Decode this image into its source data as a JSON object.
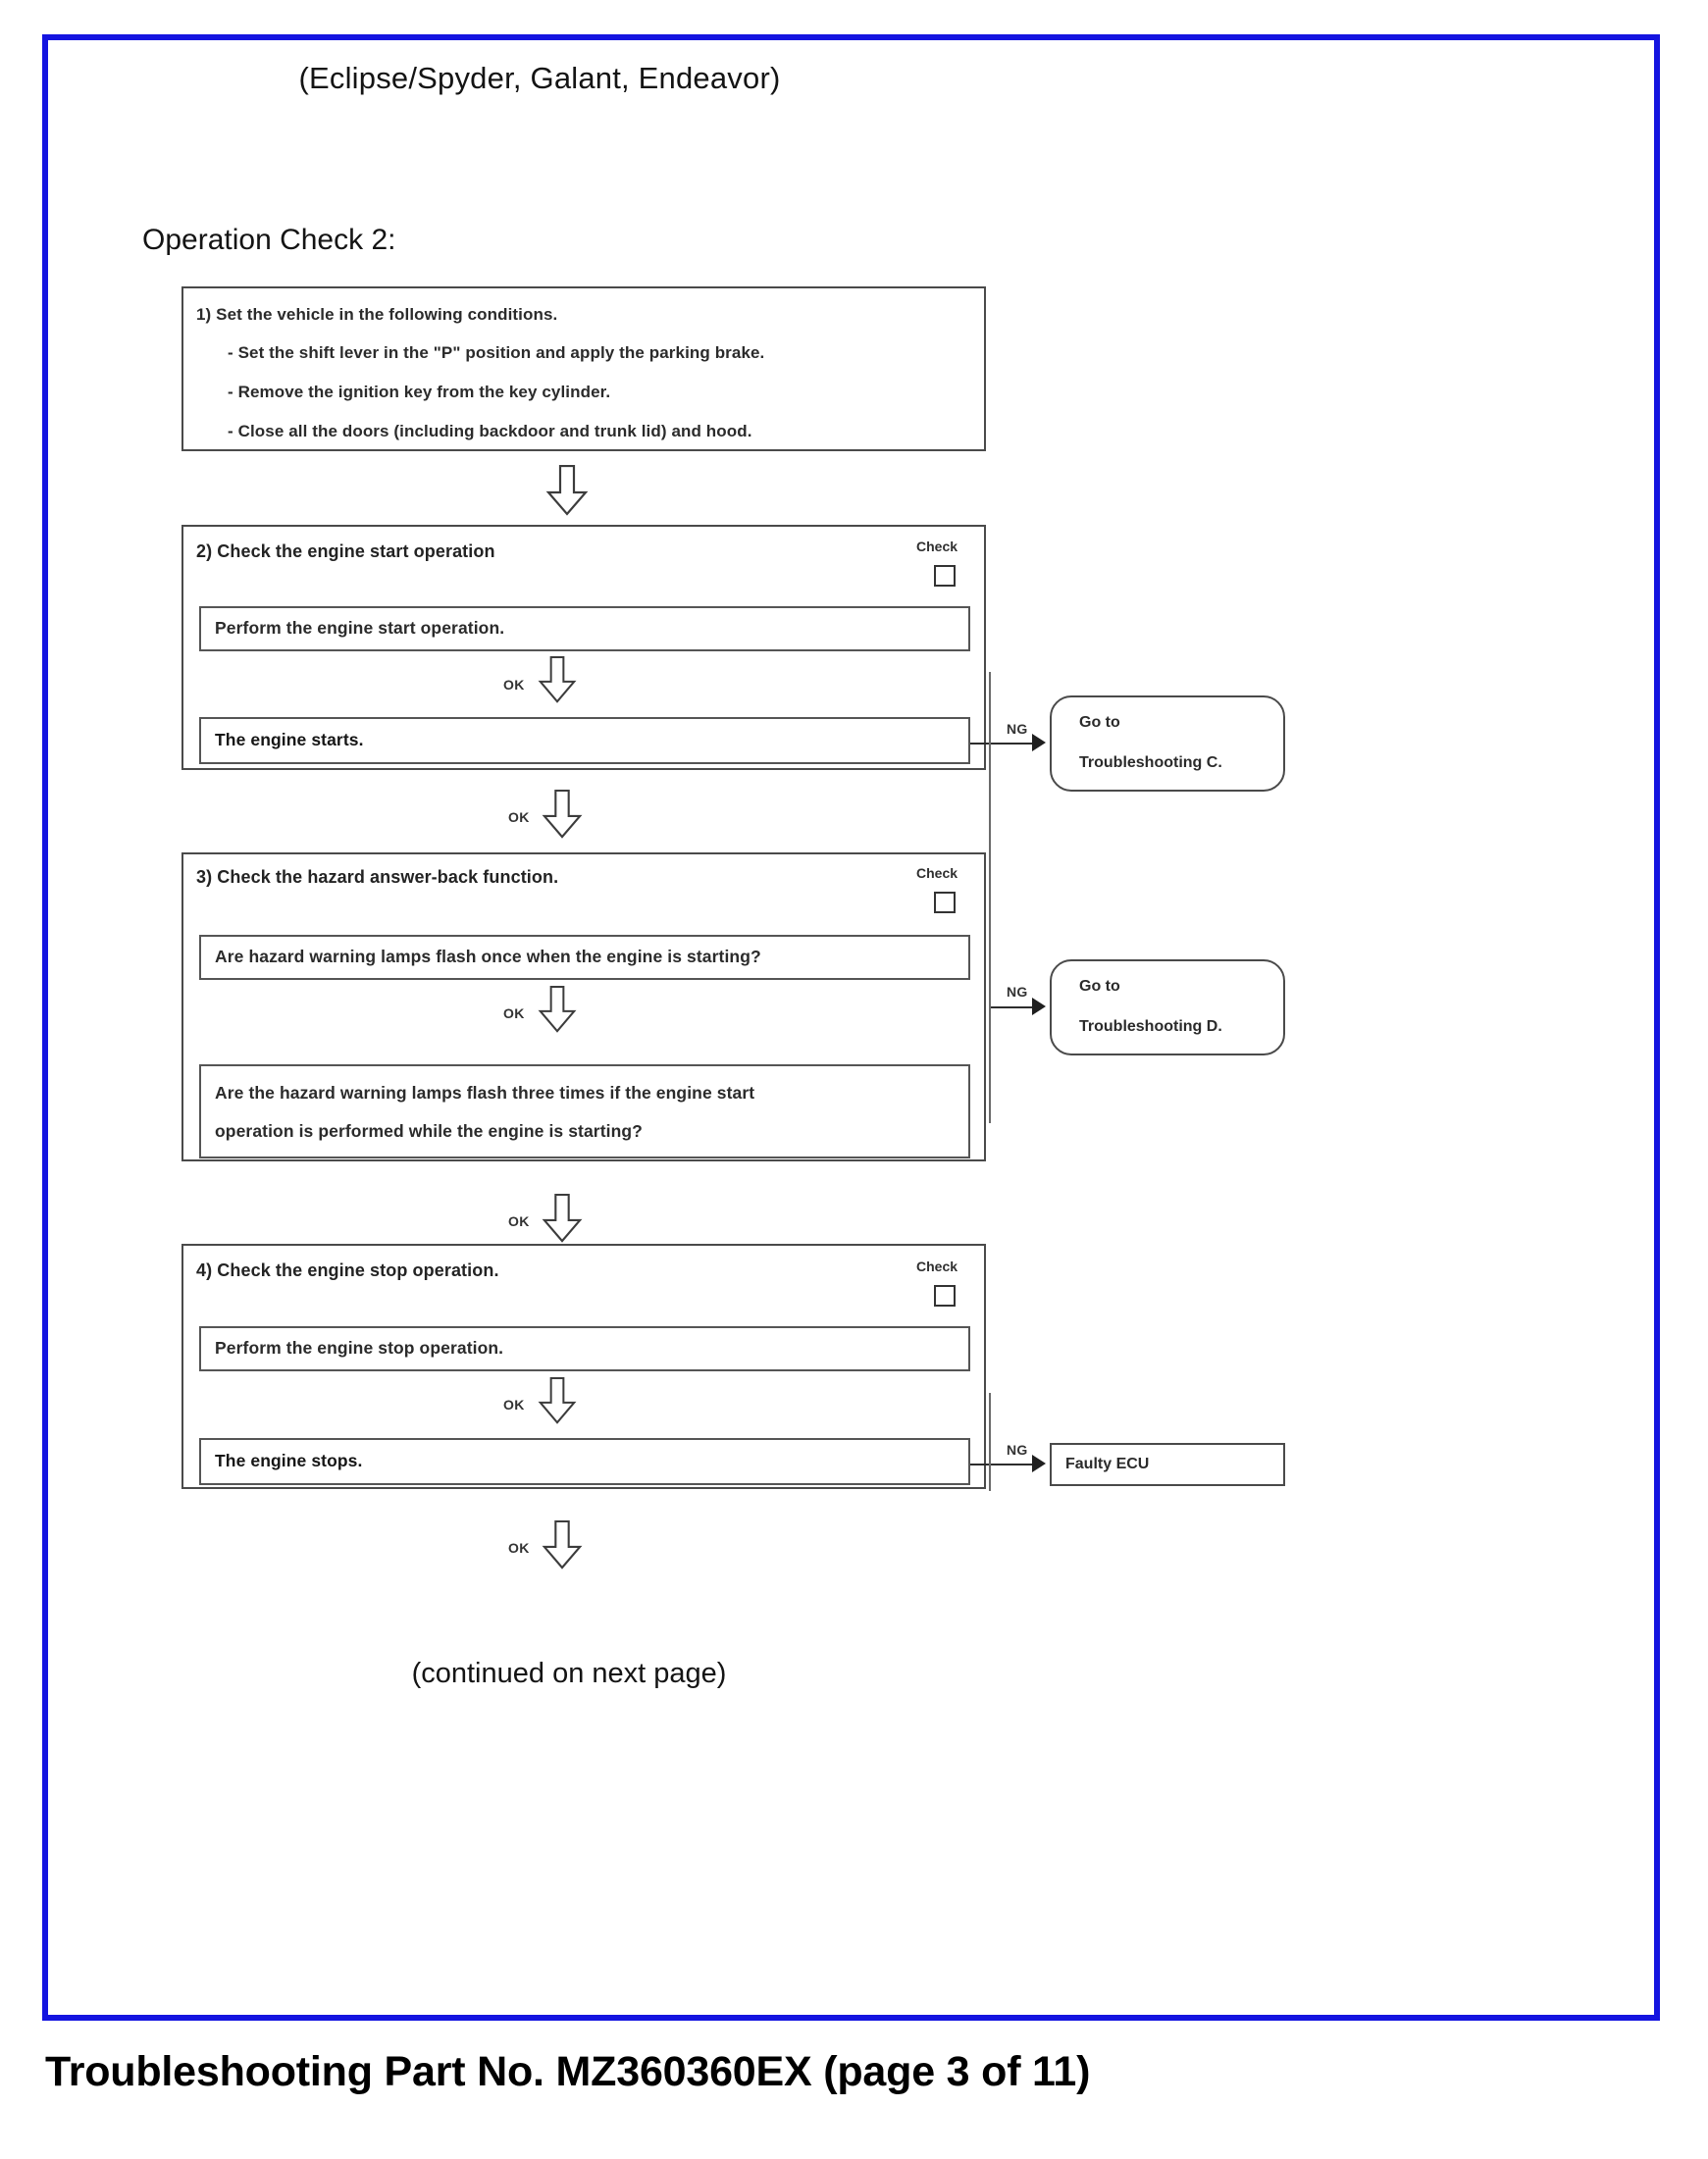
{
  "document": {
    "model_header": "(Eclipse/Spyder, Galant, Endeavor)",
    "section_title": "Operation Check 2:",
    "continued_note": "(continued on next page)",
    "footer": "Troubleshooting Part No. MZ360360EX (page 3 of 11)",
    "frame_color": "#1414e0"
  },
  "labels": {
    "check": "Check",
    "ok": "OK",
    "ng": "NG"
  },
  "steps": {
    "step1": {
      "title": "1) Set the vehicle in the following conditions.",
      "conditions": [
        "- Set the shift lever in the \"P\" position and apply the parking brake.",
        "- Remove the ignition key from the key cylinder.",
        "- Close all the doors (including backdoor and trunk lid) and hood."
      ]
    },
    "step2": {
      "title": "2) Check the engine start operation",
      "check_label": "Check",
      "action": "Perform the engine start operation.",
      "ok_label": "OK",
      "result": "The engine starts.",
      "ng_label": "NG",
      "ng_target_line1": "Go to",
      "ng_target_line2": "Troubleshooting C.",
      "exit_ok_label": "OK"
    },
    "step3": {
      "title": "3) Check the hazard answer-back function.",
      "check_label": "Check",
      "question1": "Are hazard warning lamps flash once when the engine is starting?",
      "ok_label": "OK",
      "question2_line1": "Are the hazard warning lamps flash three times if the engine start",
      "question2_line2": "operation is performed while the engine is starting?",
      "ng_label": "NG",
      "ng_target_line1": "Go to",
      "ng_target_line2": "Troubleshooting D.",
      "exit_ok_label": "OK"
    },
    "step4": {
      "title": "4) Check the engine stop operation.",
      "check_label": "Check",
      "action": "Perform the engine stop operation.",
      "ok_label": "OK",
      "result": "The engine stops.",
      "ng_label": "NG",
      "ng_target": "Faulty ECU",
      "exit_ok_label": "OK"
    }
  }
}
